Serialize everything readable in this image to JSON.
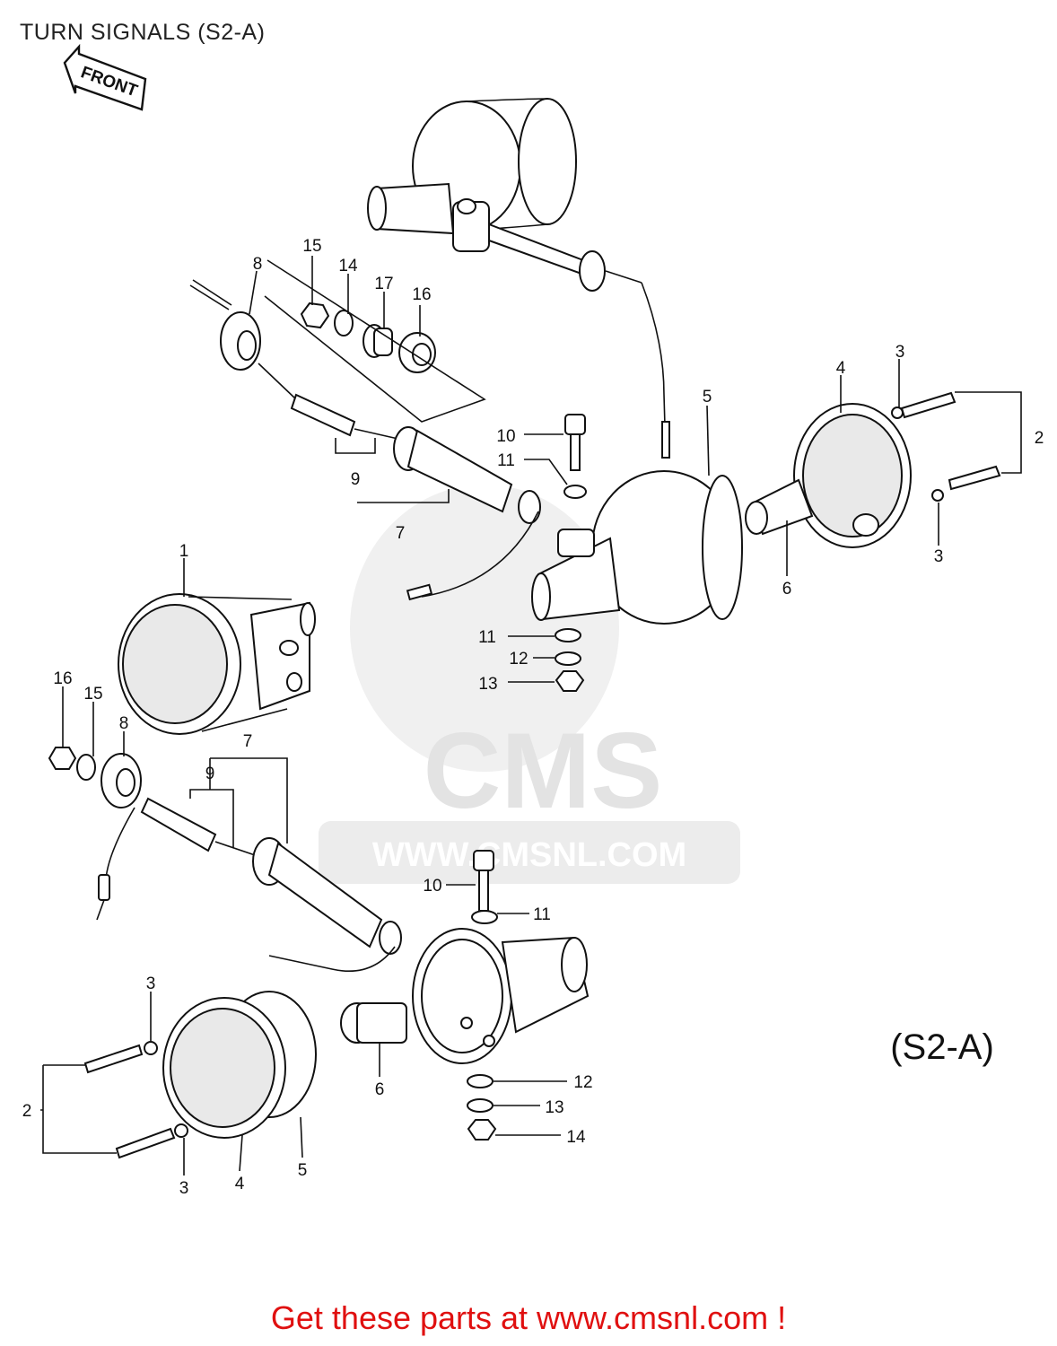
{
  "page": {
    "title": "TURN SIGNALS (S2-A)"
  },
  "direction_arrow": {
    "label": "FRONT"
  },
  "watermark": {
    "brand": "CMS",
    "url": "WWW.CMSNL.COM"
  },
  "model_code": "(S2-A)",
  "callouts": [
    "1",
    "2",
    "2",
    "3",
    "3",
    "3",
    "3",
    "4",
    "4",
    "5",
    "5",
    "6",
    "6",
    "7",
    "7",
    "8",
    "8",
    "9",
    "9",
    "10",
    "10",
    "11",
    "11",
    "11",
    "12",
    "12",
    "13",
    "13",
    "14",
    "14",
    "15",
    "15",
    "16",
    "17"
  ],
  "footer": {
    "text": "Get these parts at www.cmsnl.com !"
  }
}
